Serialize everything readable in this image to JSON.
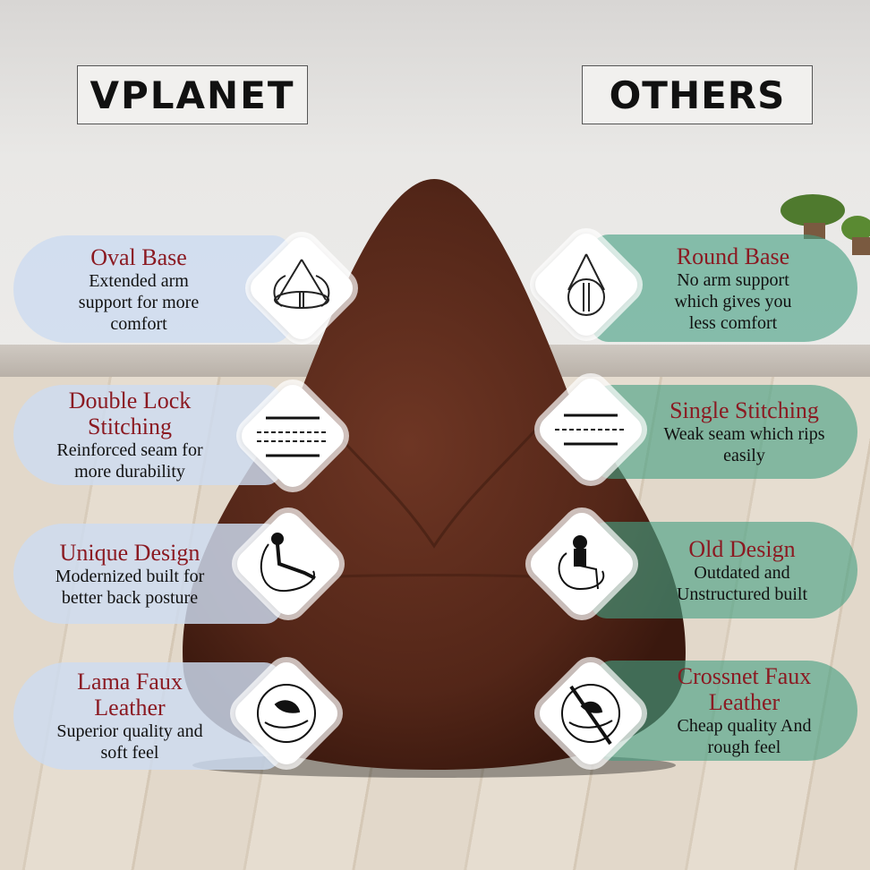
{
  "brand_left": "VPLANET",
  "brand_right": "OTHERS",
  "left_features": [
    {
      "title": "Oval Base",
      "desc": "Extended arm support for more comfort",
      "icon": "oval-base-icon"
    },
    {
      "title": "Double Lock Stitching",
      "desc": "Reinforced seam for more durability",
      "icon": "double-stitching-icon"
    },
    {
      "title": "Unique Design",
      "desc": "Modernized built for better back posture",
      "icon": "person-on-beanbag-icon"
    },
    {
      "title": "Lama Faux Leather",
      "desc": "Superior quality and soft feel",
      "icon": "feather-hand-icon"
    }
  ],
  "right_features": [
    {
      "title": "Round Base",
      "desc": "No arm support which gives you less comfort",
      "icon": "round-base-icon"
    },
    {
      "title": "Single Stitching",
      "desc": "Weak seam which rips easily",
      "icon": "single-stitching-icon"
    },
    {
      "title": "Old Design",
      "desc": "Outdated and Unstructured built",
      "icon": "person-on-beanbag-icon"
    },
    {
      "title": "Crossnet Faux Leather",
      "desc": "Cheap quality And rough feel",
      "icon": "no-feather-icon"
    }
  ],
  "colors": {
    "title": "#8b1a22",
    "left_pill": "#cddcf0",
    "right_pill": "#46a082",
    "bag": "#5a2a1c"
  }
}
